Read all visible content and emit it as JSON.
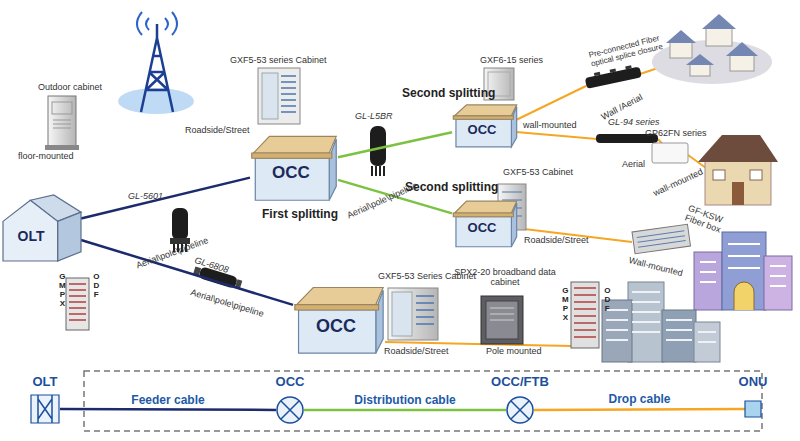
{
  "diagram": {
    "nodes": [
      {
        "text": [
          "OLT"
        ]
      },
      {
        "text": [
          "OCC",
          "First splitting"
        ]
      },
      {
        "text": [
          "Second splitting",
          "OCC"
        ]
      },
      {
        "text": [
          "Second splitting",
          "OCC"
        ]
      },
      {
        "text": [
          "OCC"
        ]
      },
      {
        "text": [
          "OLT"
        ]
      },
      {
        "text": [
          "OCC"
        ]
      },
      {
        "text": [
          "OCC/FTB"
        ]
      },
      {
        "text": [
          "ONU"
        ]
      }
    ],
    "edges": [
      {
        "from": 0,
        "to": 1,
        "arrow": "none"
      },
      {
        "from": 0,
        "to": 4,
        "arrow": "none"
      },
      {
        "from": 1,
        "to": 2,
        "arrow": "none"
      },
      {
        "from": 1,
        "to": 3,
        "arrow": "none"
      },
      {
        "from": 5,
        "to": 6,
        "label": "Feeder cable",
        "arrow": "none"
      },
      {
        "from": 6,
        "to": 7,
        "label": "Distribution cable",
        "arrow": "none"
      },
      {
        "from": 7,
        "to": 8,
        "label": "Drop cable",
        "arrow": "none"
      }
    ],
    "labels": [
      "Outdoor cabinet",
      "floor-mounted",
      "GL-5601",
      "Aerial\\pole\\pipeline",
      "GMPX",
      "ODF",
      "GL-6808",
      "Aerial\\pole\\pipeline",
      "GXF5-53 series Cabinet",
      "Roadside/Street",
      "GL-L5BR",
      "Aerial\\pole\\pipeline",
      "GXF6-15 series",
      "wall-mounted",
      "Pre-connected Fiber optical splice closure",
      "Wall /Aerial",
      "GL-94 series",
      "Aerial",
      "GP62FN series",
      "wall-mounted",
      "GXF5-53 Cabinet",
      "Roadside/Street",
      "GF-KSW Fiber box",
      "Wall-mounted",
      "GXF5-53 Series Cabinet",
      "SPX2-20 broadband data cabinet",
      "Pole mounted",
      "Roadside/Street",
      "GMPX",
      "ODF"
    ]
  }
}
